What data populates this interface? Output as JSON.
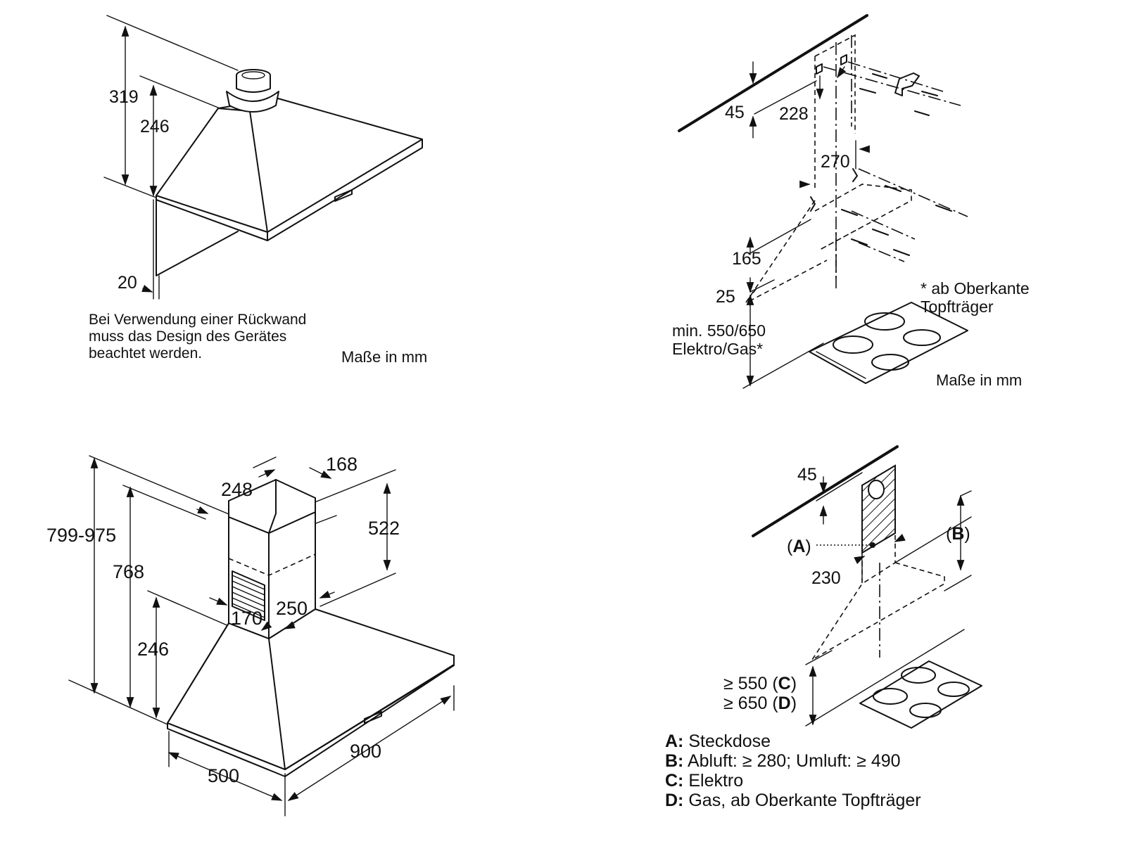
{
  "diagram1": {
    "dims": {
      "d319": "319",
      "d246": "246",
      "d20": "20"
    },
    "note": "Bei Verwendung einer Rückwand\nmuss das Design des Gerätes\nbeachtet werden.",
    "unit": "Maße in mm"
  },
  "diagram2": {
    "dims": {
      "d45": "45",
      "d228": "228",
      "d270": "270",
      "d165": "165",
      "d25": "25"
    },
    "min_label": "min. 550/650\nElektro/Gas*",
    "footnote": "* ab Oberkante\nTopfträger",
    "unit": "Maße in mm"
  },
  "diagram3": {
    "dims": {
      "d799_975": "799-975",
      "d768": "768",
      "d246": "246",
      "d248": "248",
      "d168": "168",
      "d522": "522",
      "d170": "170",
      "d250": "250",
      "d500": "500",
      "d900": "900"
    }
  },
  "diagram4": {
    "dims": {
      "d45": "45",
      "d230": "230"
    },
    "label_a": "A",
    "label_b": "B",
    "label_c": "C",
    "label_d": "D",
    "c_prefix": "≥ 550",
    "d_prefix": "≥ 650"
  },
  "legend": [
    {
      "key": "A:",
      "text": "Steckdose"
    },
    {
      "key": "B:",
      "text": "Abluft: ≥ 280; Umluft: ≥ 490"
    },
    {
      "key": "C:",
      "text": "Elektro"
    },
    {
      "key": "D:",
      "text": "Gas, ab Oberkante Topfträger"
    }
  ]
}
